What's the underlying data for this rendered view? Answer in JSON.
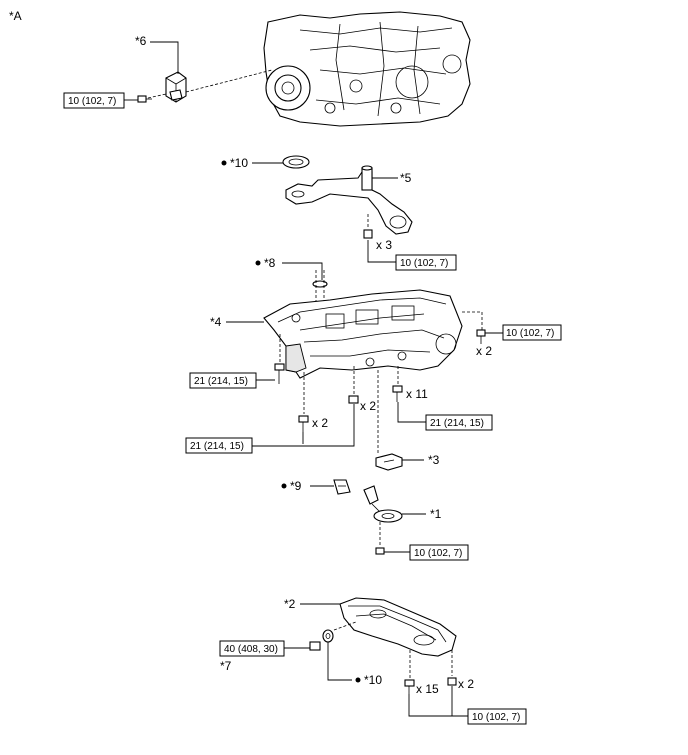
{
  "view_label": "*A",
  "callouts": {
    "p1": "*1",
    "p2": "*2",
    "p3": "*3",
    "p4": "*4",
    "p5": "*5",
    "p6": "*6",
    "p7": "*7",
    "p8": "*8",
    "p9": "*9",
    "p10a": "*10",
    "p10b": "*10"
  },
  "torques": {
    "t_bracket": "10 (102, 7)",
    "t_strainer": "10 (102, 7)",
    "t_right": "10 (102, 7)",
    "t_left": "21 (214, 15)",
    "t_lower_left": "21 (214, 15)",
    "t_center": "21 (214, 15)",
    "t_sensor": "10 (102, 7)",
    "t_drain": "40 (408, 30)",
    "t_pan": "10 (102, 7)"
  },
  "quantities": {
    "q_strainer": "x 3",
    "q_right": "x 2",
    "q_center": "x 11",
    "q_lower_left": "x 2",
    "q_nut": "x 2",
    "q_pan_15": "x 15",
    "q_pan_2": "x 2"
  }
}
